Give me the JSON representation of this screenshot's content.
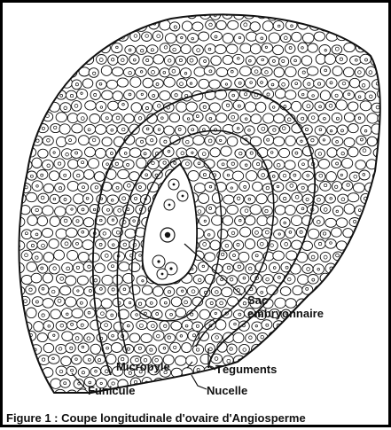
{
  "labels": {
    "sac_line1": "Sac",
    "sac_line2": "embryonnaire",
    "micropyle": "Micropyle",
    "teguments": "Téguments",
    "funicule": "Funicule",
    "nucelle": "Nucelle"
  },
  "caption": "Figure 1 : Coupe longitudinale d'ovaire d'Angiosperme",
  "colors": {
    "ink": "#111111",
    "background": "#ffffff",
    "cell_fill": "#ffffff"
  }
}
